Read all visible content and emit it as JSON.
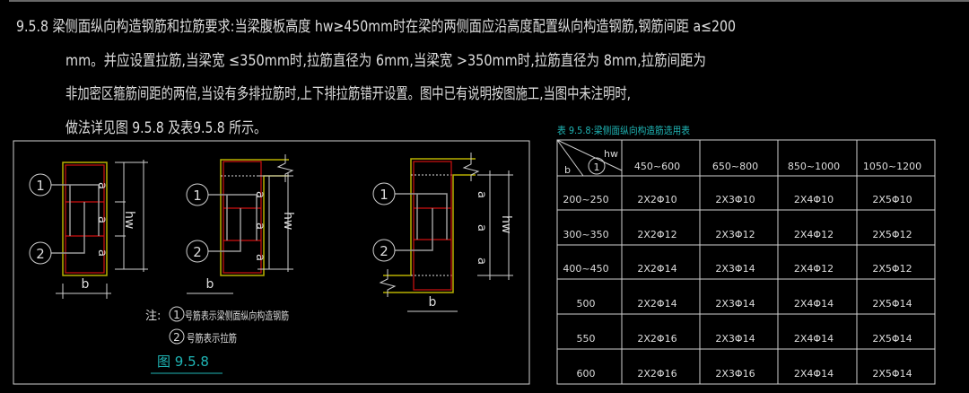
{
  "heading": {
    "line1": "9.5.8  梁侧面纵向构造钢筋和拉筋要求:当梁腹板高度 hw≥450mm时在梁的两侧面应沿高度配置纵向构造钢筋,钢筋间距 a≤200",
    "line2": "mm。并应设置拉筋,当梁宽 ≤350mm时,拉筋直径为 6mm,当梁宽 >350mm时,拉筋直径为 8mm,拉筋间距为",
    "line3": "非加密区箍筋间距的两倍,当设有多排拉筋时,上下排拉筋错开设置。图中已有说明按图施工,当图中未注明时,",
    "line4": "做法详见图 9.5.8 及表9.5.8 所示。"
  },
  "figure": {
    "label_b": "b",
    "label_hw": "hw",
    "label_a": "a",
    "marker_1": "1",
    "marker_2": "2",
    "note_prefix": "注:",
    "note_1": "号筋表示梁侧面纵向构造钢筋",
    "note_2": "号筋表示拉筋",
    "caption": "图 9.5.8"
  },
  "table": {
    "caption": "表 9.5.8:梁侧面纵向构造筋选用表",
    "corner_hw": "hw",
    "corner_b": "b",
    "corner_marker": "1",
    "columns": [
      "450~600",
      "650~800",
      "850~1000",
      "1050~1200"
    ],
    "rows": [
      {
        "b": "200~250",
        "cells": [
          "2X2Φ10",
          "2X3Φ10",
          "2X4Φ10",
          "2X5Φ10"
        ]
      },
      {
        "b": "300~350",
        "cells": [
          "2X2Φ12",
          "2X3Φ12",
          "2X4Φ12",
          "2X5Φ12"
        ]
      },
      {
        "b": "400~450",
        "cells": [
          "2X2Φ14",
          "2X3Φ14",
          "2X4Φ12",
          "2X5Φ12"
        ]
      },
      {
        "b": "500",
        "cells": [
          "2X2Φ14",
          "2X3Φ14",
          "2X4Φ14",
          "2X5Φ14"
        ]
      },
      {
        "b": "550",
        "cells": [
          "2X2Φ16",
          "2X3Φ14",
          "2X4Φ14",
          "2X5Φ14"
        ]
      },
      {
        "b": "600",
        "cells": [
          "2X2Φ16",
          "2X3Φ16",
          "2X4Φ14",
          "2X5Φ14"
        ]
      }
    ]
  }
}
